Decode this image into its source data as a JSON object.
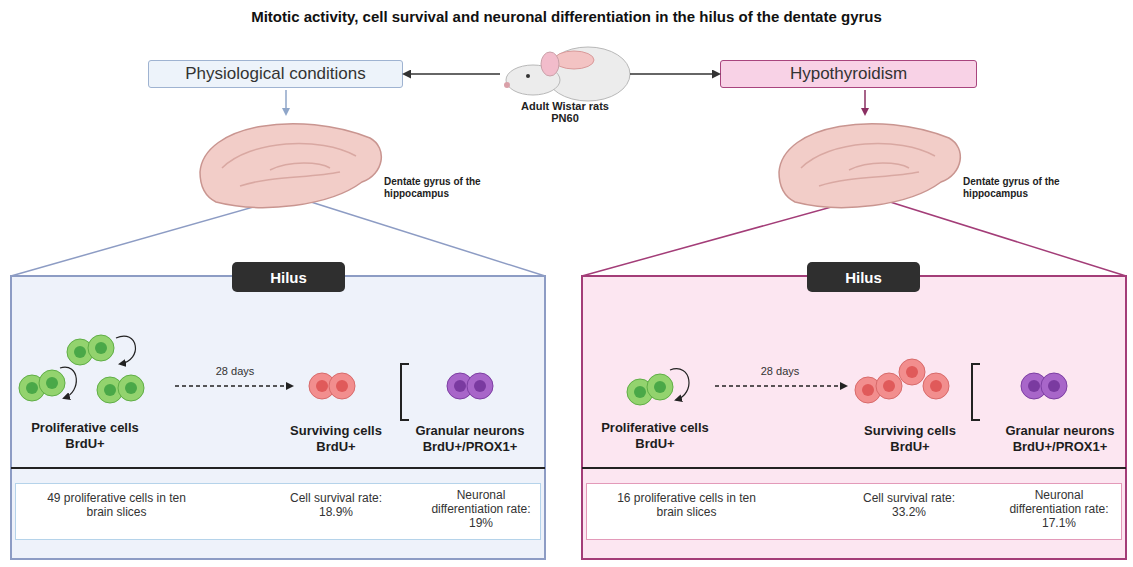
{
  "diagram": {
    "title": "Mitotic activity, cell survival and neuronal differentiation in the hilus of the dentate gyrus",
    "nodes": [
      {
        "text": [
          "Physiological conditions"
        ]
      },
      {
        "text": [
          "Adult Wistar rats PN60"
        ]
      },
      {
        "text": [
          "Hypothyroidism"
        ]
      },
      {
        "text": [
          "Proliferative cells BrdU+",
          "28 days",
          "Surviving cells BrdU+",
          "Granular neurons BrdU+/PROX1+"
        ]
      },
      {
        "text": [
          "Hilus"
        ],
        "in": 3
      },
      {
        "text": [
          "49 proliferative cells in ten brain slices",
          "Cell survival rate: 18.9%",
          "Neuronal differentiation rate: 19%"
        ],
        "in": 3
      },
      {
        "text": [
          "Proliferative cells BrdU+",
          "28 days",
          "Surviving cells BrdU+",
          "Granular neurons BrdU+/PROX1+"
        ]
      },
      {
        "text": [
          "Hilus"
        ],
        "in": 6
      },
      {
        "text": [
          "16 proliferative cells in ten brain slices",
          "Cell survival rate: 33.2%",
          "Neuronal differentiation rate: 17.1%"
        ],
        "in": 6
      }
    ],
    "edges": [
      {
        "from": 1,
        "to": 0,
        "arrow": "to"
      },
      {
        "from": 1,
        "to": 2,
        "arrow": "to"
      }
    ],
    "labels": [
      "Dentate gyrus of the hippocampus",
      "Dentate gyrus of the hippocampus"
    ]
  }
}
